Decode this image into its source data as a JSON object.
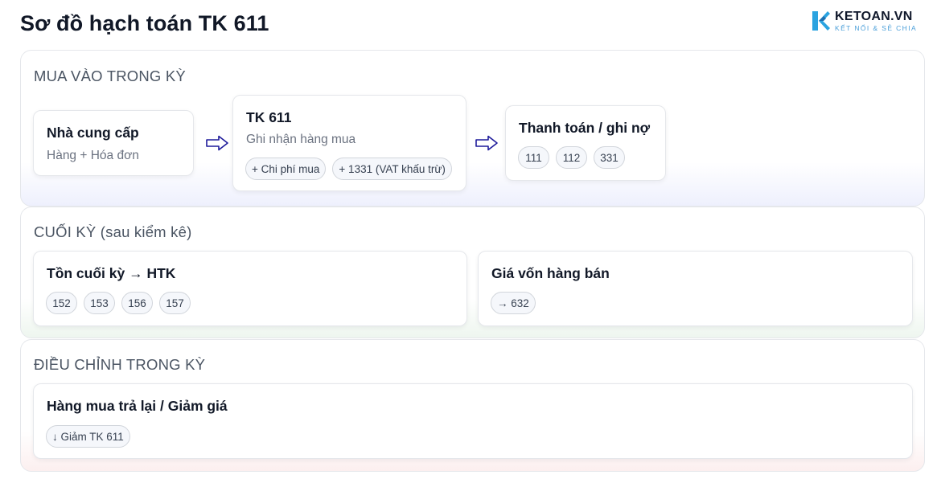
{
  "title": "Sơ đồ hạch toán TK 611",
  "logo": {
    "name": "KETOAN.VN",
    "slogan": "KẾT NỐI & SẺ CHIA",
    "brand_color": "#2ba3e0"
  },
  "sections": {
    "purchase": {
      "title": "MUA VÀO TRONG KỲ",
      "supplier": {
        "title": "Nhà cung cấp",
        "subtitle": "Hàng + Hóa đơn"
      },
      "tk611": {
        "title": "TK 611",
        "subtitle": "Ghi nhận hàng mua",
        "chips": [
          "+ Chi phí mua",
          "+ 1331 (VAT khấu trừ)"
        ]
      },
      "payment": {
        "title": "Thanh toán / ghi nợ",
        "chips": [
          "111",
          "112",
          "331"
        ]
      }
    },
    "period_end": {
      "title": "CUỐI KỲ (sau kiểm kê)",
      "closing_stock": {
        "title": "Tồn cuối kỳ → HTK",
        "chips": [
          "152",
          "153",
          "156",
          "157"
        ]
      },
      "cogs": {
        "title": "Giá vốn hàng bán",
        "chips": [
          "→ 632"
        ]
      }
    },
    "adjustment": {
      "title": "ĐIỀU CHỈNH TRONG KỲ",
      "returns": {
        "title": "Hàng mua trả lại / Giảm giá",
        "chips": [
          "↓ Giảm TK 611"
        ]
      }
    }
  },
  "colors": {
    "arrow": "#1e1b9b",
    "purchase_tint": "#eef0fd",
    "period_end_tint": "#eef6ef",
    "adjustment_tint": "#fcefef"
  }
}
